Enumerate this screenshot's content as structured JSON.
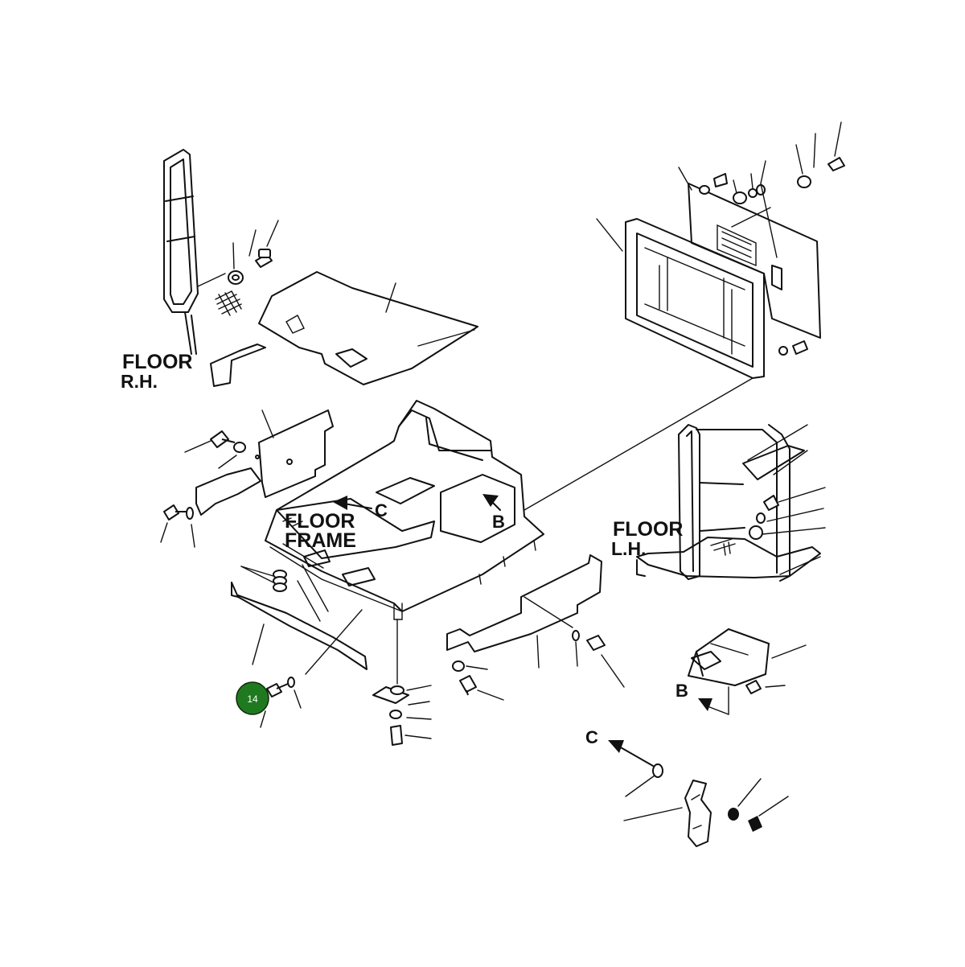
{
  "labels": {
    "floor_rh_line1": "FLOOR",
    "floor_rh_line2": "R.H.",
    "floor_frame_line1": "FLOOR",
    "floor_frame_line2": "FRAME",
    "floor_lh_line1": "FLOOR",
    "floor_lh_line2": "L.H.",
    "ref_b_frame": "B",
    "ref_c_frame": "C",
    "ref_b_cover": "B",
    "ref_c_bracket": "C"
  },
  "callout": {
    "number": "14",
    "color": "#1f7a1f"
  }
}
